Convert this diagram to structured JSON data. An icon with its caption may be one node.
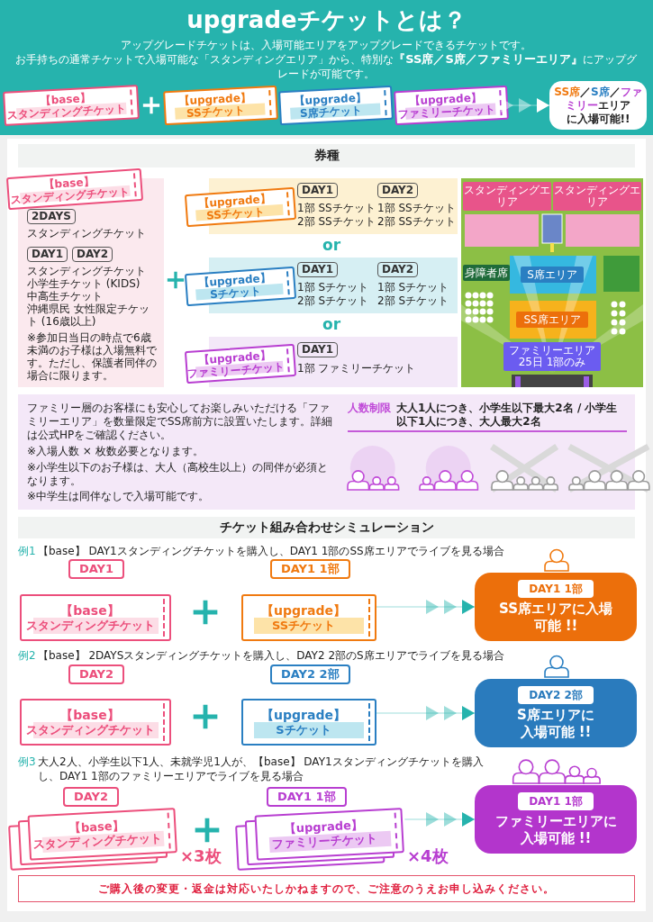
{
  "diagram": {
    "title": "upgradeチケットとは？",
    "nodes": [
      {
        "text": [
          "【base】",
          "スタンディングチケット"
        ]
      },
      {
        "text": [
          "【upgrade】",
          "SSチケット"
        ]
      },
      {
        "text": [
          "【upgrade】",
          "S席チケット"
        ]
      },
      {
        "text": [
          "【upgrade】",
          "ファミリーチケット"
        ]
      },
      {
        "text": [
          "**SS席**／**S席**／**ファミリー**エリア",
          "に入場可能!!"
        ]
      },
      {
        "text": [
          "券種"
        ]
      },
      {
        "text": [
          "【base】",
          "スタンディングチケット"
        ]
      },
      {
        "text": [
          "スタンディングチケット",
          "スタンディングチケット",
          "小学生チケット (KIDS)",
          "中高生チケット",
          "沖縄県民 女性限定チケット (16歳以上)",
          "※参加日当日の時点で6歳未満のお子様は入場無料です。ただし、保護者同伴の場合に限ります。"
        ]
      },
      {
        "text": [
          "2DAYS"
        ],
        "in": 7
      },
      {
        "text": [
          "DAY1"
        ],
        "in": 7
      },
      {
        "text": [
          "DAY2"
        ],
        "in": 7
      },
      {
        "text": [
          "【upgrade】",
          "SSチケット"
        ]
      },
      {
        "text": [
          "1部 SSチケット",
          "2部 SSチケット",
          "1部 SSチケット",
          "2部 SSチケット"
        ]
      },
      {
        "text": [
          "DAY1"
        ],
        "in": 12
      },
      {
        "text": [
          "DAY2"
        ],
        "in": 12
      },
      {
        "text": [
          "【upgrade】",
          "Sチケット"
        ]
      },
      {
        "text": [
          "1部 Sチケット",
          "2部 Sチケット",
          "1部 Sチケット",
          "2部 Sチケット"
        ]
      },
      {
        "text": [
          "DAY1"
        ],
        "in": 16
      },
      {
        "text": [
          "DAY2"
        ],
        "in": 16
      },
      {
        "text": [
          "【upgrade】",
          "ファミリーチケット"
        ]
      },
      {
        "text": [
          "1部 ファミリーチケット"
        ]
      },
      {
        "text": [
          "DAY1"
        ],
        "in": 20
      },
      {
        "text": [],
        "shape": "picture"
      },
      {
        "text": [
          "スタンディングエリア"
        ],
        "in": 22
      },
      {
        "text": [
          "スタンディングエリア"
        ],
        "in": 22
      },
      {
        "text": [
          "身障者席"
        ],
        "in": 22
      },
      {
        "text": [
          "S席エリア"
        ],
        "in": 22
      },
      {
        "text": [
          "SS席エリア"
        ],
        "in": 22
      },
      {
        "text": [
          "ファミリーエリア",
          "25日 1部のみ"
        ],
        "in": 22
      },
      {
        "text": [
          "ファミリー層のお客様にも安心してお楽しみいただける「ファミリーエリア」を数量限定でSS席前方に設置いたします。詳細は公式HPをご確認ください。",
          "※入場人数 × 枚数必要となります。",
          "※小学生以下のお子様は、大人（高校生以上）の同伴が必須となります。",
          "※中学生は同伴なしで入場可能です。",
          "人数制限",
          "大人1人につき、小学生以下最大2名 / 小学生以下1人につき、大人最大2名"
        ]
      },
      {
        "text": [
          "チケット組み合わせシミュレーション"
        ]
      },
      {
        "text": [
          "DAY1"
        ]
      },
      {
        "text": [
          "【base】",
          "スタンディングチケット"
        ]
      },
      {
        "text": [
          "DAY1 1部"
        ]
      },
      {
        "text": [
          "【upgrade】",
          "SSチケット"
        ]
      },
      {
        "text": [
          "SS席エリアに入場可能 !!"
        ]
      },
      {
        "text": [
          "DAY1 1部"
        ],
        "in": 35
      },
      {
        "text": [
          "DAY2"
        ]
      },
      {
        "text": [
          "【base】",
          "スタンディングチケット"
        ]
      },
      {
        "text": [
          "DAY2 2部"
        ]
      },
      {
        "text": [
          "【upgrade】",
          "Sチケット"
        ]
      },
      {
        "text": [
          "S席エリアに入場可能 !!"
        ]
      },
      {
        "text": [
          "DAY2 2部"
        ],
        "in": 41
      },
      {
        "text": [
          "DAY2"
        ]
      },
      {
        "text": [
          "【base】",
          "スタンディングチケット"
        ],
        "beside": [
          "×3枚"
        ]
      },
      {
        "text": [
          "DAY1 1部"
        ]
      },
      {
        "text": [
          "【upgrade】",
          "ファミリーチケット"
        ],
        "beside": [
          "×4枚"
        ]
      },
      {
        "text": [
          "ファミリーエリアに入場可能 !!"
        ]
      },
      {
        "text": [
          "DAY1 1部"
        ],
        "in": 47
      },
      {
        "text": [
          "ご購入後の変更・返金は対応いたしかねますので、ご注意のうえお申し込みください。"
        ]
      }
    ],
    "edges": [
      {
        "from": 3,
        "to": 4,
        "arrow": "to",
        "color": "#ffffff"
      },
      {
        "from": 34,
        "to": 35,
        "arrow": "to"
      },
      {
        "from": 40,
        "to": 41,
        "arrow": "to"
      },
      {
        "from": 46,
        "to": 47,
        "arrow": "to"
      }
    ],
    "labels": [
      "アップグレードチケットは、入場可能エリアをアップグレードできるチケットです。",
      "お手持ちの通常チケットで入場可能な「スタンディングエリア」から、特別な**『SS席／S席／ファミリーエリア』**にアップグレードが可能です。",
      "or",
      "or",
      "例1",
      "【base】 DAY1スタンディングチケットを購入し、DAY1 1部のSS席エリアでライブを見る場合",
      "例2",
      "【base】 2DAYSスタンディングチケットを購入し、DAY2 2部のS席エリアでライブを見る場合",
      "例3",
      "大人2人、小学生以下1人、未就学児1人が、【base】 DAY1スタンディングチケットを購入し、DAY1 1部のファミリーエリアでライブを見る場合"
    ]
  }
}
